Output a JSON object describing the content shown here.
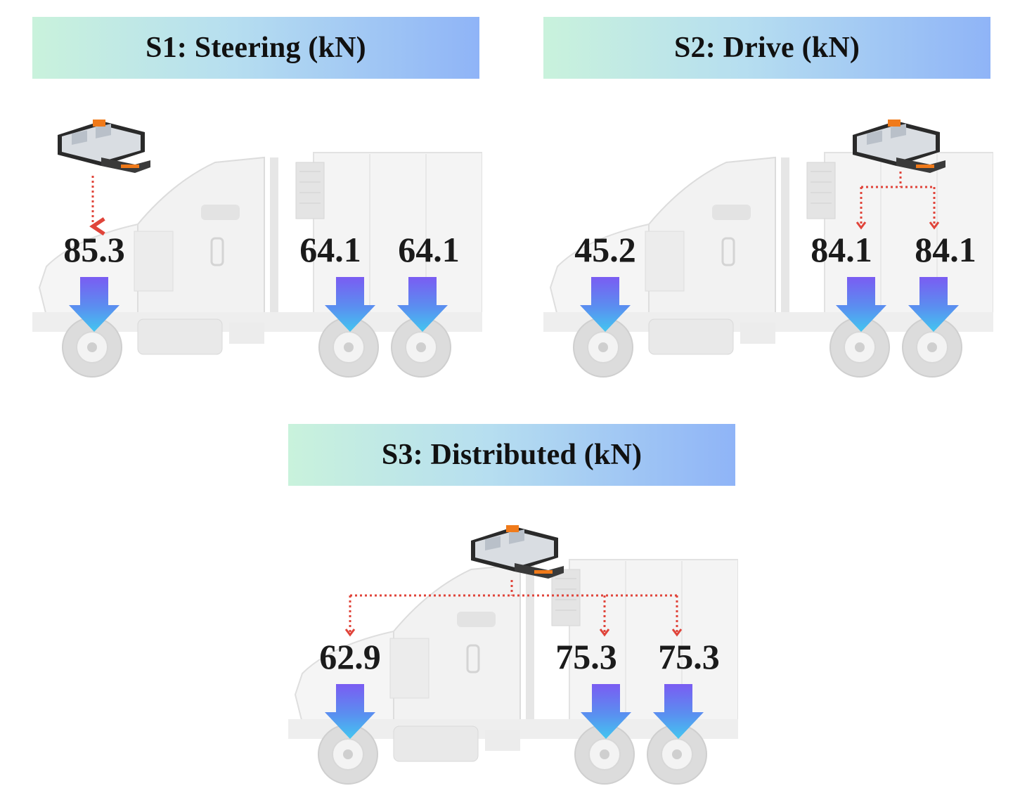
{
  "panels": [
    {
      "id": "s1",
      "title": "S1: Steering (kN)",
      "loads": {
        "steer": "85.3",
        "drive1": "64.1",
        "drive2": "64.1"
      },
      "battery_position": "over steer axle"
    },
    {
      "id": "s2",
      "title": "S2: Drive (kN)",
      "loads": {
        "steer": "45.2",
        "drive1": "84.1",
        "drive2": "84.1"
      },
      "battery_position": "over drive axles"
    },
    {
      "id": "s3",
      "title": "S3: Distributed (kN)",
      "loads": {
        "steer": "62.9",
        "drive1": "75.3",
        "drive2": "75.3"
      },
      "battery_position": "distributed across all axles"
    }
  ],
  "colors": {
    "banner_start": "#c9f2dc",
    "banner_end": "#8fb4f7",
    "arrow_top": "#7a5cf2",
    "arrow_bottom": "#43c6f0",
    "leader_line": "#e0443a",
    "battery_accent": "#f07a1a"
  },
  "icons": [
    "truck-icon",
    "battery-pack-icon",
    "load-arrow-icon"
  ]
}
